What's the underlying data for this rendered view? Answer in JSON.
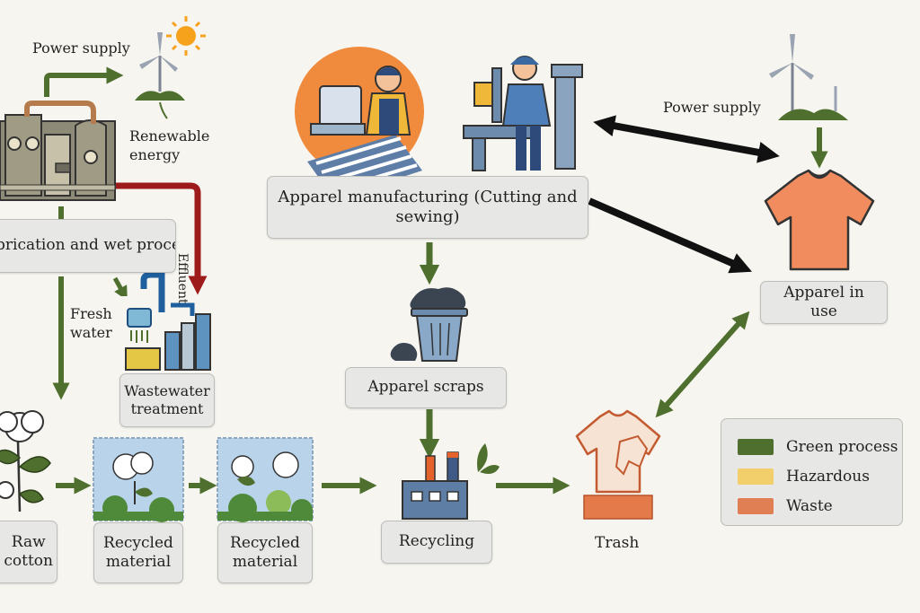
{
  "nodes": {
    "power_supply_left": "Power supply",
    "renewable_energy": "Renewable\nenergy",
    "fabrication": "brication and wet procetss",
    "effluent": "Effluent",
    "fresh_water": "Fresh\nwater",
    "wastewater": "Wastewater\ntreatment",
    "manufacturing": "Apparel manufacturing (Cutting and sewing)",
    "power_supply_right": "Power supply",
    "apparel_in_use": "Apparel in use",
    "apparel_scraps": "Apparel scraps",
    "raw_cotton": "Raw\ncotton",
    "recycled_1": "Recycled\nmaterial",
    "recycled_2": "Recycled\nmaterial",
    "recycling": "Recycling",
    "trash": "Trash"
  },
  "legend": [
    {
      "label": "Green process",
      "color": "#4f6f2f"
    },
    {
      "label": "Hazardous",
      "color": "#f2cf6a"
    },
    {
      "label": "Waste",
      "color": "#df7f53"
    }
  ],
  "colors": {
    "green_arrow": "#4f6f2f",
    "red_arrow": "#9e1b1b",
    "black_arrow": "#111111",
    "orange": "#f08a3c",
    "shirt": "#f08c5e"
  }
}
